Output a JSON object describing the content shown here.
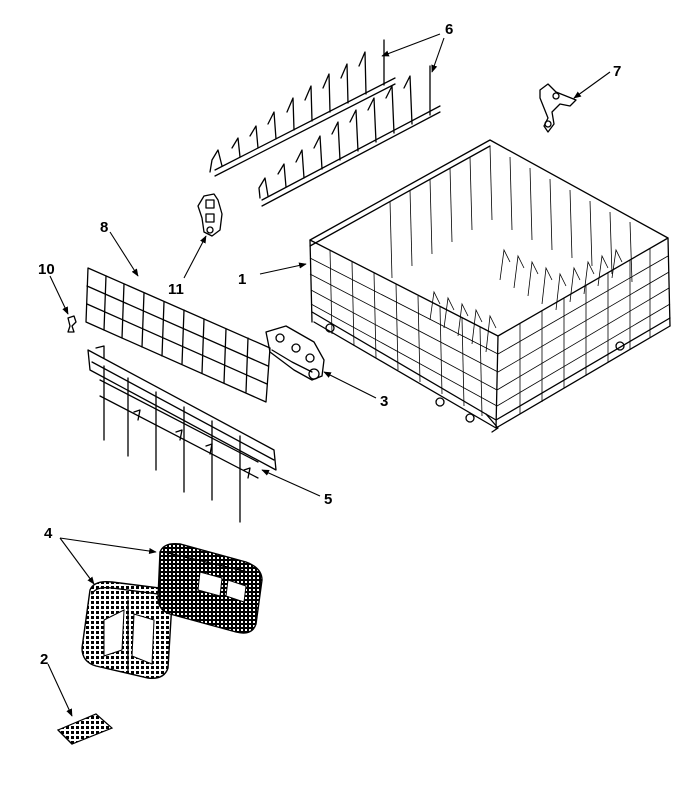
{
  "diagram": {
    "ink_color": "#000000",
    "background": "#ffffff",
    "callouts": {
      "c1": "1",
      "c2": "2",
      "c3": "3",
      "c4": "4",
      "c5": "5",
      "c6": "6",
      "c7": "7",
      "c8": "8",
      "c10": "10",
      "c11": "11"
    }
  }
}
